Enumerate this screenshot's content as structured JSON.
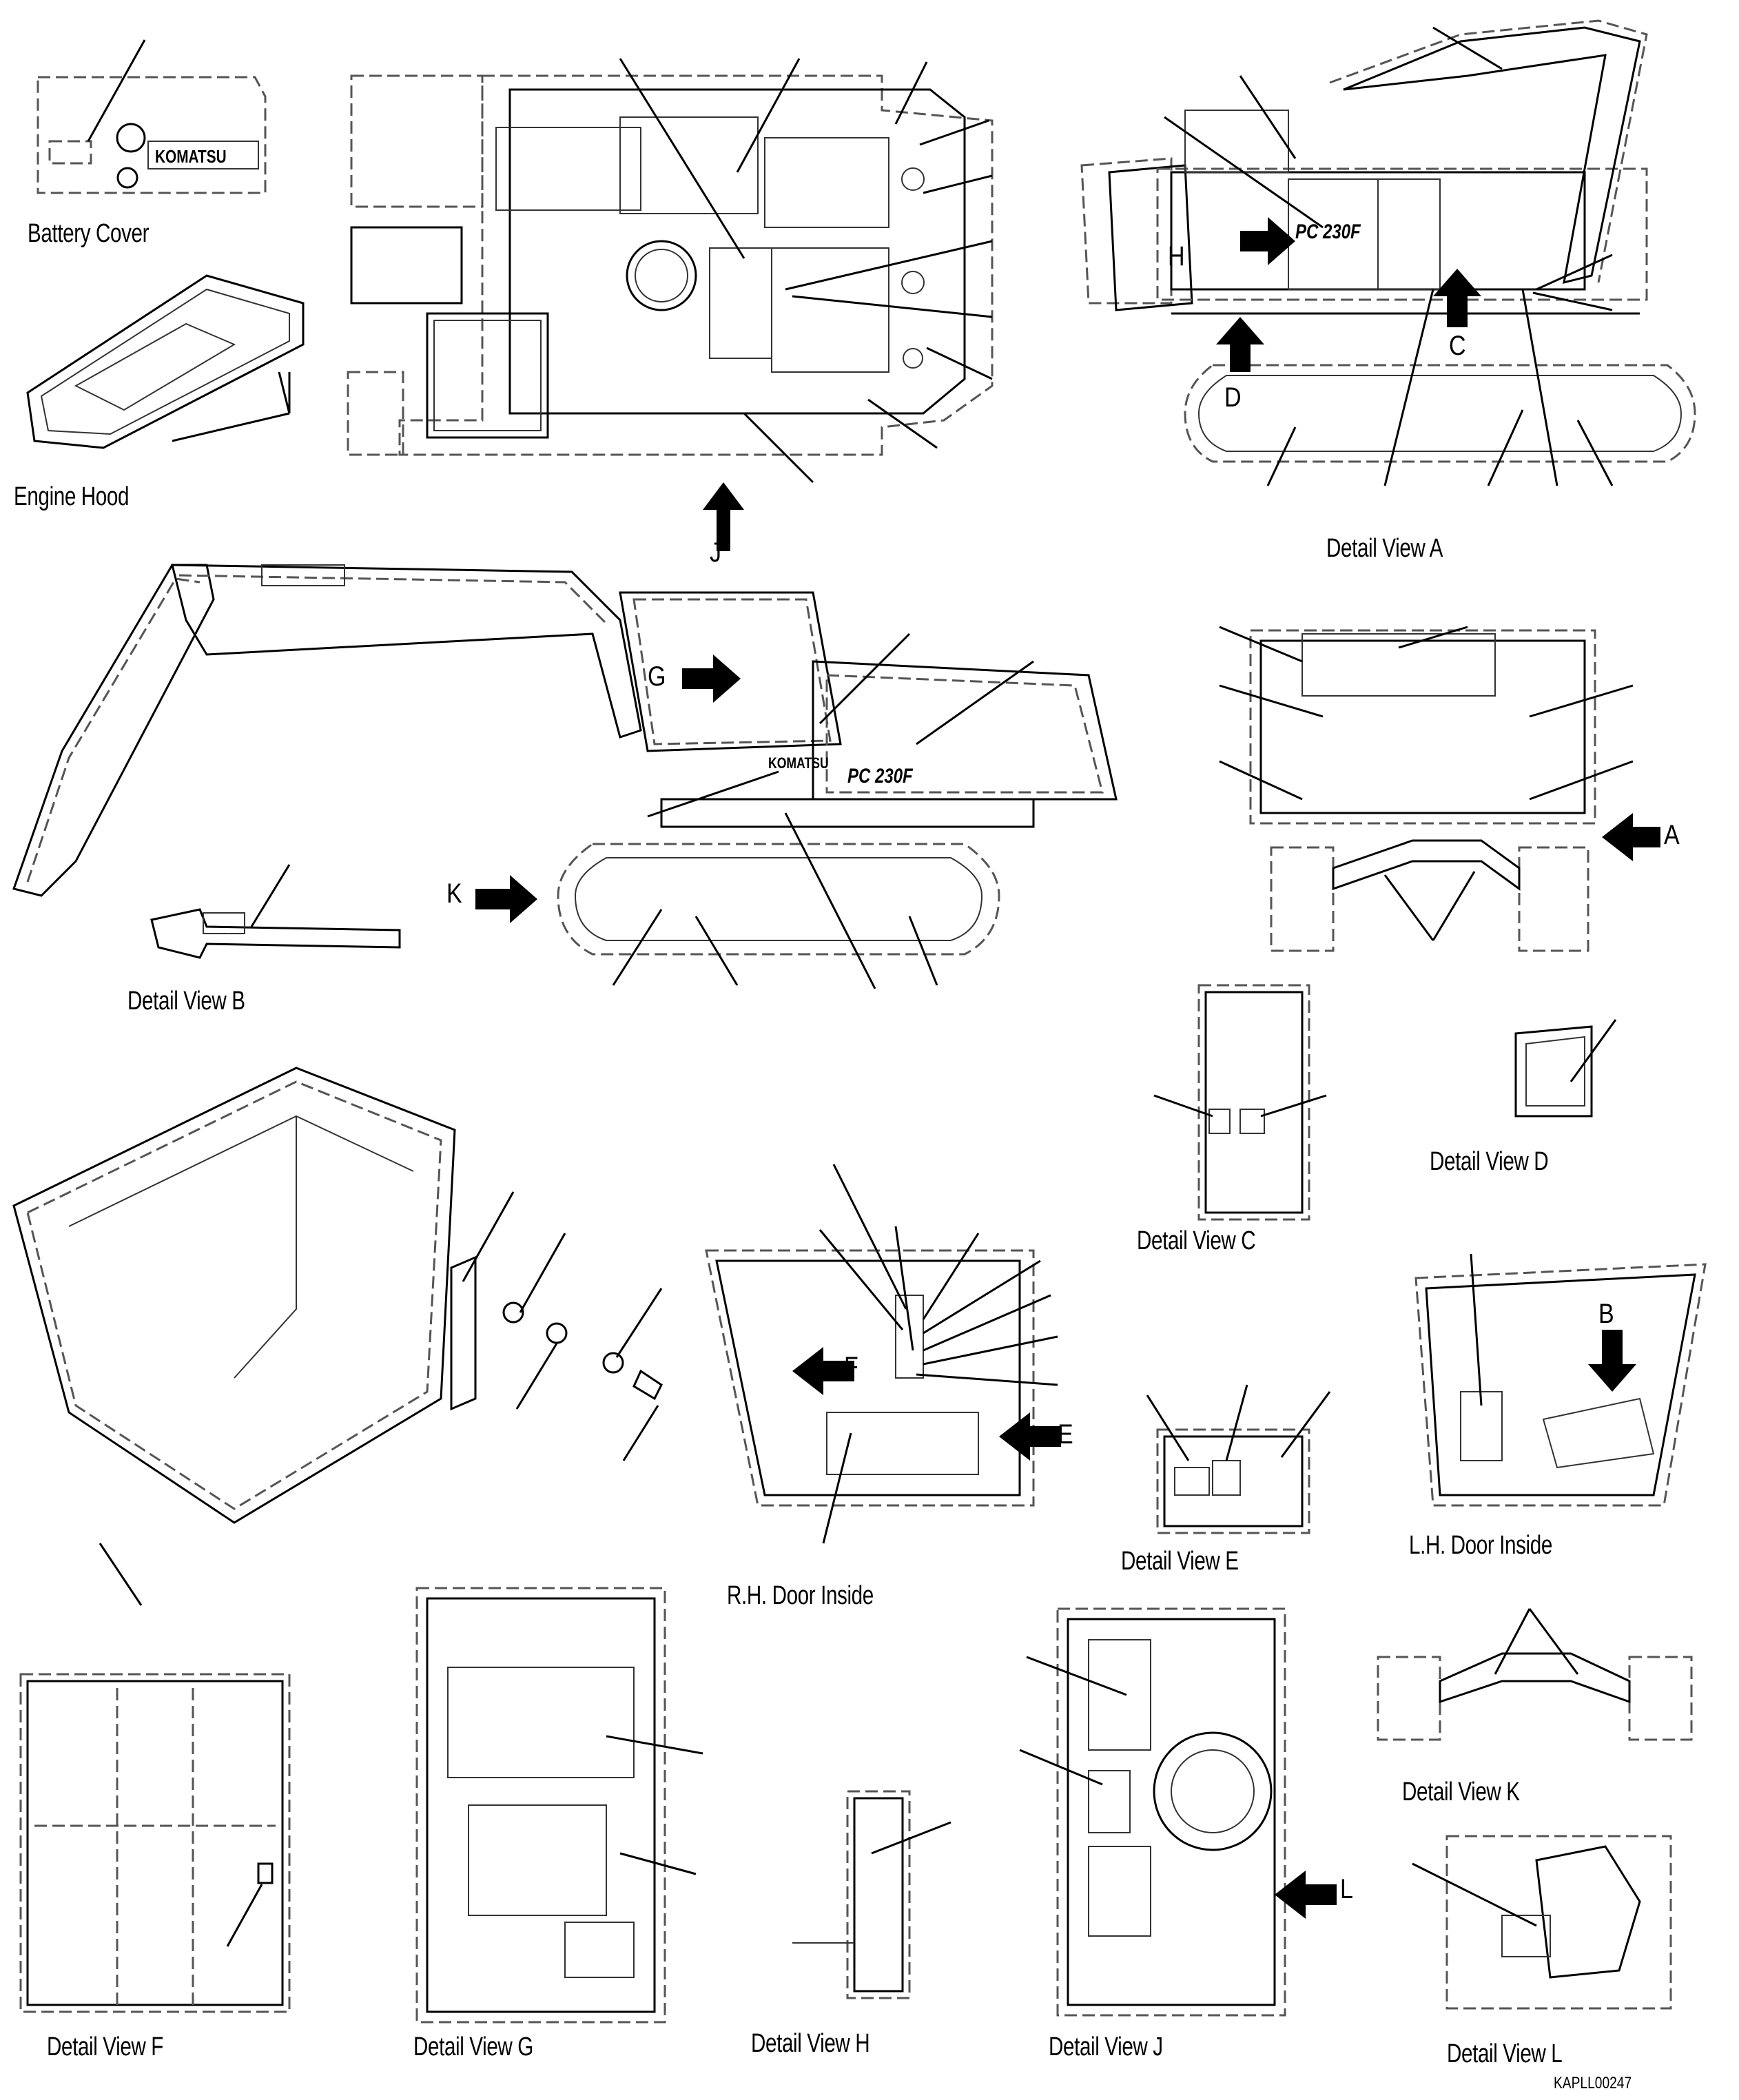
{
  "captions": {
    "battery_cover": "Battery Cover",
    "engine_hood": "Engine Hood",
    "detail_a": "Detail View A",
    "detail_b": "Detail View B",
    "detail_c": "Detail View C",
    "detail_d": "Detail View D",
    "detail_e": "Detail View E",
    "detail_f": "Detail View F",
    "detail_g": "Detail View G",
    "detail_h": "Detail View H",
    "detail_j": "Detail View J",
    "detail_k": "Detail View K",
    "detail_l": "Detail View L",
    "rh_door": "R.H. Door Inside",
    "lh_door": "L.H. Door Inside"
  },
  "view_letters": {
    "a": "A",
    "b": "B",
    "c": "C",
    "d": "D",
    "e": "E",
    "f": "F",
    "g": "G",
    "h": "H",
    "j": "J",
    "k": "K",
    "l": "L"
  },
  "brand_text": "KOMATSU",
  "model_text": "PC 230F",
  "drawing_code": "KAPLL00247",
  "colors": {
    "line": "#000000",
    "hidden_line": "#555555",
    "background": "#ffffff"
  }
}
